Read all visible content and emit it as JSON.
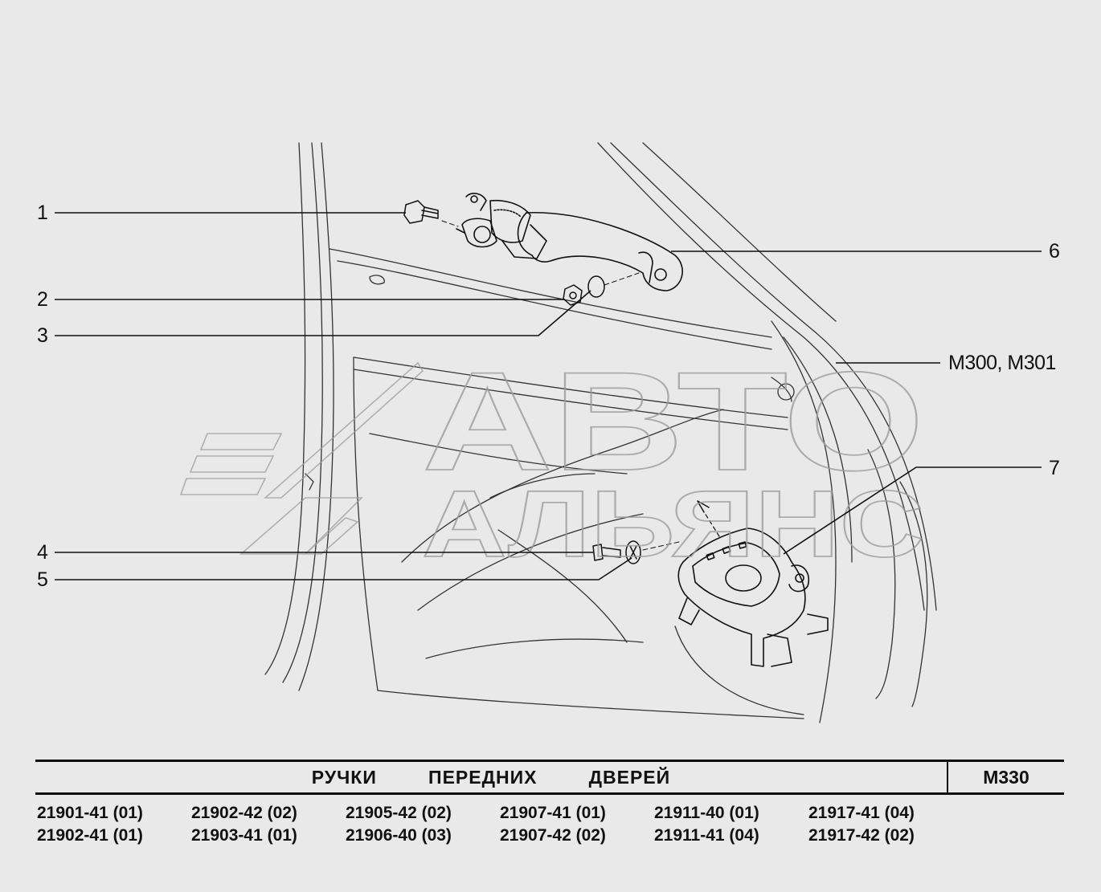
{
  "callouts": [
    {
      "id": "1",
      "label": "1"
    },
    {
      "id": "2",
      "label": "2"
    },
    {
      "id": "3",
      "label": "3"
    },
    {
      "id": "4",
      "label": "4"
    },
    {
      "id": "5",
      "label": "5"
    },
    {
      "id": "6",
      "label": "6"
    },
    {
      "id": "7",
      "label": "7"
    },
    {
      "id": "ref",
      "label": "М300, М301"
    }
  ],
  "watermark": {
    "line1": "АВТО",
    "line2": "АЛЬЯНС"
  },
  "title": "РУЧКИ   ПЕРЕДНИХ   ДВЕРЕЙ",
  "code": "М330",
  "models": [
    "21901-41 (01)",
    "21902-42 (02)",
    "21905-42 (02)",
    "21907-41 (01)",
    "21911-40 (01)",
    "21917-41 (04)",
    "21902-41 (01)",
    "21903-41 (01)",
    "21906-40 (03)",
    "21907-42 (02)",
    "21911-41 (04)",
    "21917-42 (02)"
  ],
  "colors": {
    "background": "#e9e9e9",
    "line": "#111111",
    "watermark": "#bdbdbd"
  }
}
